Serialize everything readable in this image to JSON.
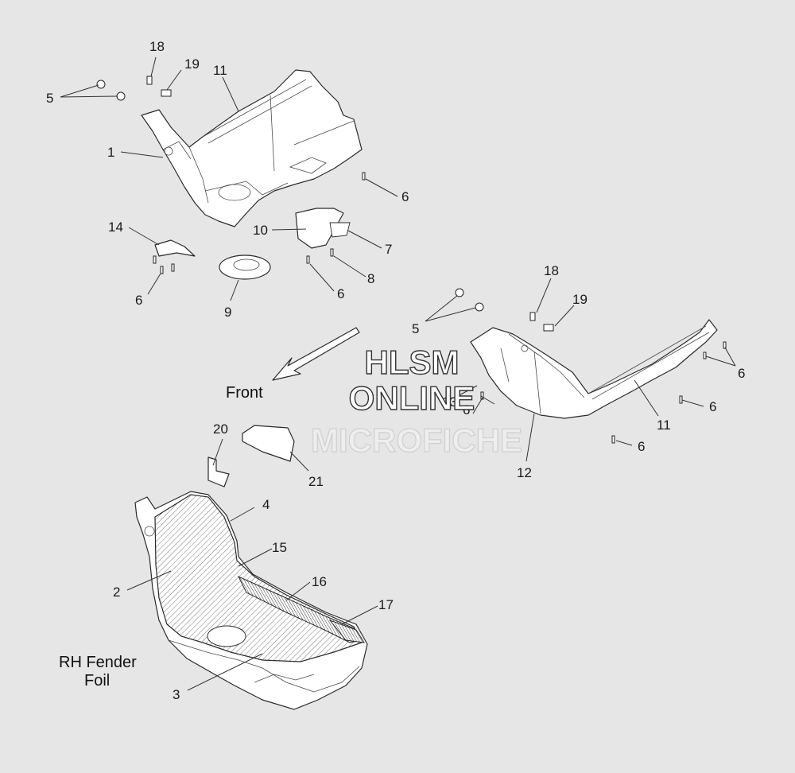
{
  "diagram": {
    "front_label": "Front",
    "section_title_line1": "RH Fender",
    "section_title_line2": "Foil",
    "watermark": {
      "line1": "HLSM",
      "line2": "ONLINE",
      "line3": "MICROFICHE"
    },
    "callouts": [
      {
        "id": "c18a",
        "text": "18"
      },
      {
        "id": "c19a",
        "text": "19"
      },
      {
        "id": "c5a",
        "text": "5"
      },
      {
        "id": "c11a",
        "text": "11"
      },
      {
        "id": "c1",
        "text": "1"
      },
      {
        "id": "c6a",
        "text": "6"
      },
      {
        "id": "c14",
        "text": "14"
      },
      {
        "id": "c10",
        "text": "10"
      },
      {
        "id": "c7",
        "text": "7"
      },
      {
        "id": "c8",
        "text": "8"
      },
      {
        "id": "c6b",
        "text": "6"
      },
      {
        "id": "c6c",
        "text": "6"
      },
      {
        "id": "c9",
        "text": "9"
      },
      {
        "id": "c18b",
        "text": "18"
      },
      {
        "id": "c19b",
        "text": "19"
      },
      {
        "id": "c5b",
        "text": "5"
      },
      {
        "id": "c6d",
        "text": "6"
      },
      {
        "id": "c6e",
        "text": "6"
      },
      {
        "id": "c13",
        "text": "13"
      },
      {
        "id": "c6f",
        "text": "6"
      },
      {
        "id": "c11b",
        "text": "11"
      },
      {
        "id": "c6g",
        "text": "6"
      },
      {
        "id": "c12",
        "text": "12"
      },
      {
        "id": "c20",
        "text": "20"
      },
      {
        "id": "c21",
        "text": "21"
      },
      {
        "id": "c4",
        "text": "4"
      },
      {
        "id": "c15",
        "text": "15"
      },
      {
        "id": "c2",
        "text": "2"
      },
      {
        "id": "c16",
        "text": "16"
      },
      {
        "id": "c17",
        "text": "17"
      },
      {
        "id": "c3",
        "text": "3"
      }
    ]
  }
}
